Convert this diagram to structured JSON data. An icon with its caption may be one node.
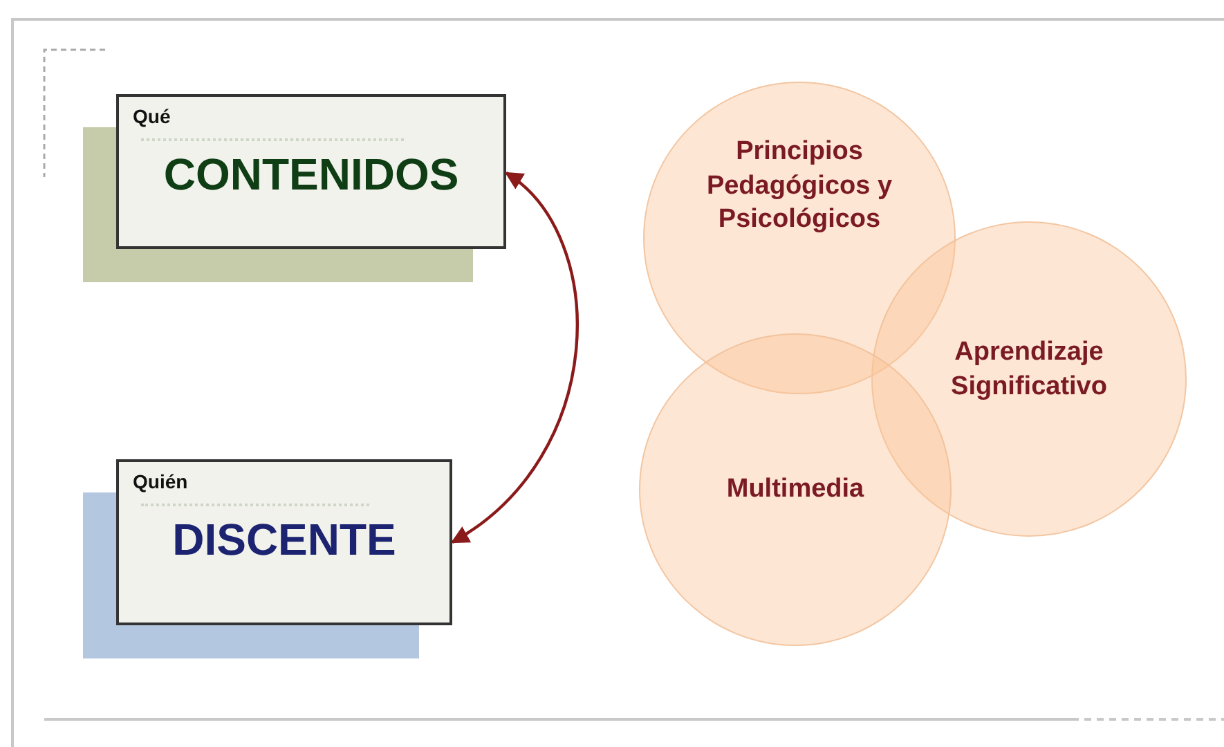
{
  "diagram": {
    "nodes": [
      {
        "text": [
          "Qué",
          "CONTENIDOS"
        ]
      },
      {
        "text": [
          "Quién",
          "DISCENTE"
        ]
      },
      {
        "text": [
          "Principios Pedagógicos y Psicológicos"
        ]
      },
      {
        "text": [
          "Aprendizaje Significativo"
        ]
      },
      {
        "text": [
          "Multimedia"
        ]
      }
    ],
    "edges": [
      {
        "from": 0,
        "to": 1,
        "arrow": "both"
      }
    ]
  }
}
